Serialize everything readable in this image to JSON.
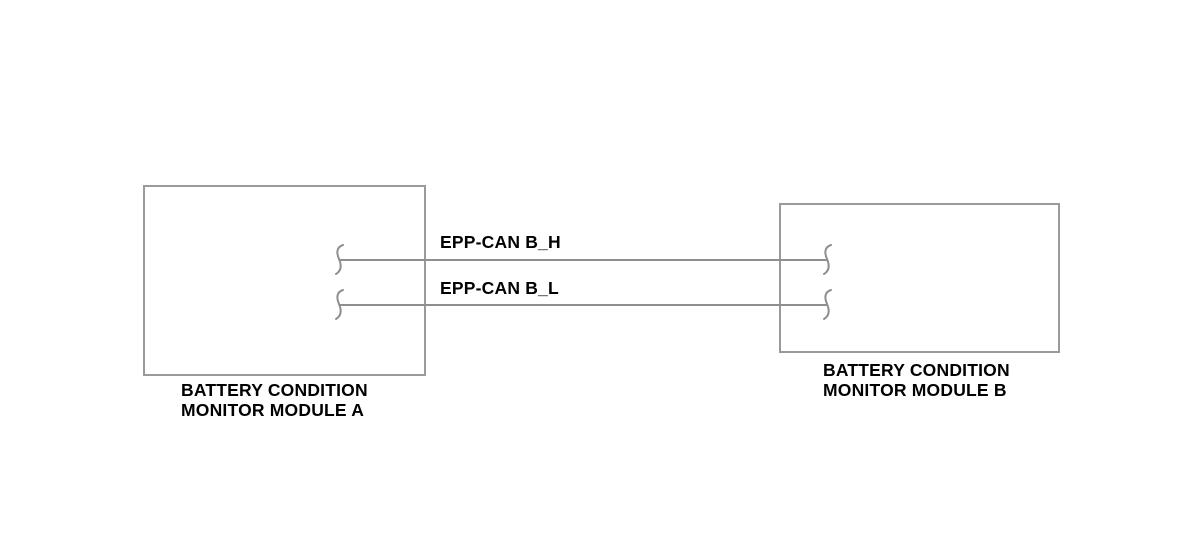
{
  "diagram": {
    "type": "wiring-diagram",
    "background_color": "#ffffff",
    "line_color": "#8f8f8f",
    "text_color": "#000000",
    "modules": [
      {
        "id": "module-a",
        "caption_line1": "BATTERY CONDITION",
        "caption_line2": "MONITOR MODULE A"
      },
      {
        "id": "module-b",
        "caption_line1": "BATTERY CONDITION",
        "caption_line2": "MONITOR MODULE B"
      }
    ],
    "wires": [
      {
        "id": "wire-bh",
        "label": "EPP-CAN B_H",
        "from": "module-a",
        "to": "module-b"
      },
      {
        "id": "wire-bl",
        "label": "EPP-CAN B_L",
        "from": "module-a",
        "to": "module-b"
      }
    ],
    "connector_icon": "cable-break-squiggle-icon"
  }
}
